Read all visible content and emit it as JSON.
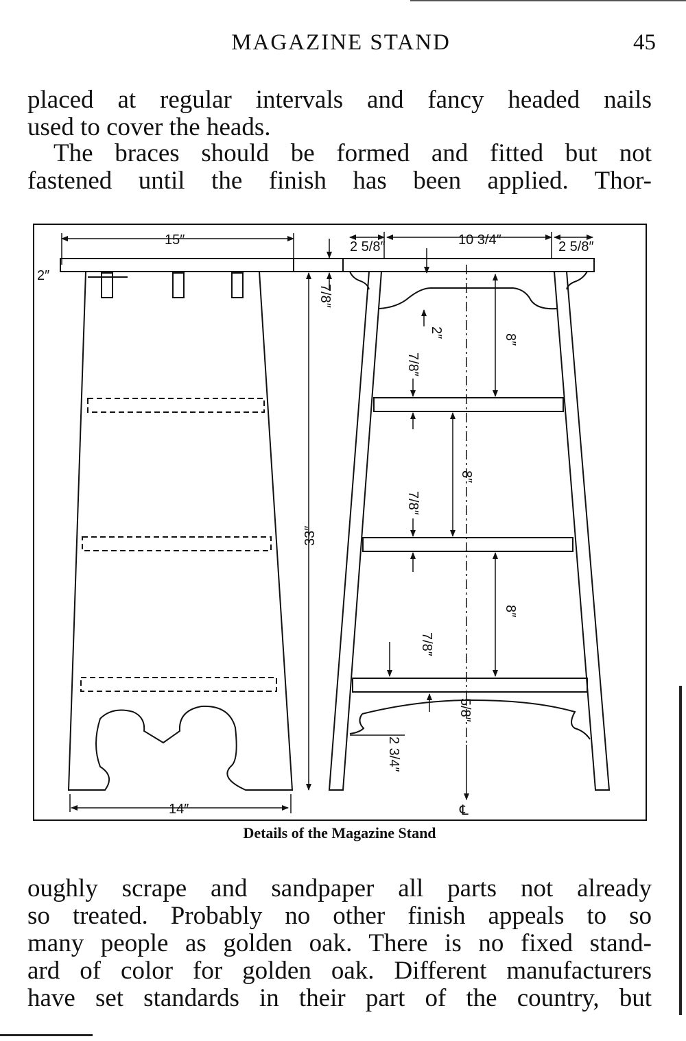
{
  "header": {
    "title": "MAGAZINE STAND",
    "page_number": "45"
  },
  "body": {
    "para1_line1": "placed at regular intervals and fancy headed nails",
    "para1_line2": "used to cover the heads.",
    "para2_line1": "The braces should be formed and fitted but not",
    "para2_line2": "fastened until the finish has been applied. Thor-",
    "para3_lines": [
      "oughly scrape and sandpaper all parts not already",
      "so treated. Probably no other finish appeals to so",
      "many people as golden oak. There is no fixed stand-",
      "ard of color for golden oak. Different manufacturers",
      "have set standards in their part of the country, but"
    ]
  },
  "figure": {
    "caption": "Details of the Magazine Stand",
    "labels": {
      "top_width": "15″",
      "top_thickness": "2″",
      "height": "33″",
      "bottom_width": "14″",
      "overhang_left": "2 5/8″",
      "shelf_width": "10 3/4″",
      "overhang_right": "2 5/8″",
      "top_gap": "7/8″",
      "rail_height": "2″",
      "shelf_spacing_1": "8″",
      "shelf_spacing_2": "8″",
      "shelf_spacing_3": "8″",
      "shelf_thick_1": "7/8″",
      "shelf_thick_2": "7/8″",
      "shelf_thick_3": "7/8″",
      "apron_height": "5/8″",
      "apron_drop": "2 3/4″",
      "center_line": "℄"
    }
  }
}
